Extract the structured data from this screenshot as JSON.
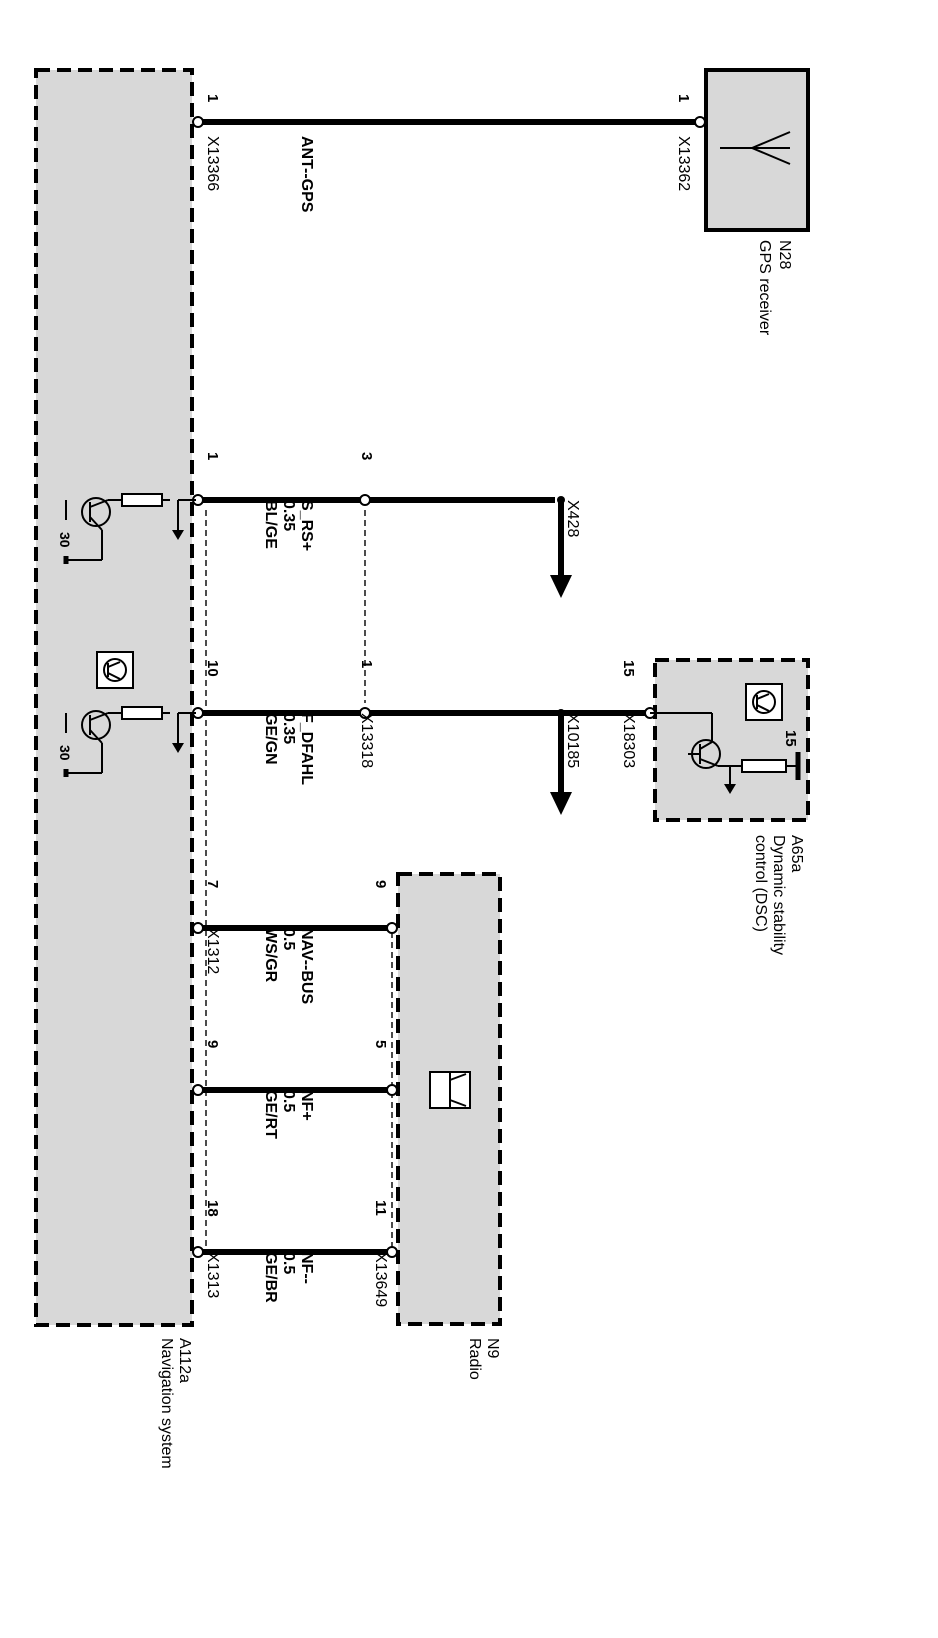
{
  "components": {
    "gps": {
      "id": "N28",
      "name": "GPS receiver"
    },
    "dsc": {
      "id": "A65a",
      "name_line1": "Dynamic stability",
      "name_line2": "control (DSC)"
    },
    "radio": {
      "id": "N9",
      "name": "Radio"
    },
    "nav": {
      "id": "A112a",
      "name": "Navigation system"
    }
  },
  "connectors": {
    "gps_side": "X13362",
    "nav_ant": "X13366",
    "x428": "X428",
    "x10185": "X10185",
    "x18303": "X18303",
    "x13318": "X13318",
    "x1312": "X1312",
    "x1313": "X1313",
    "x13649": "X13649"
  },
  "pins": {
    "gps_pin": "1",
    "nav_ant_pin": "1",
    "srs_nav": "1",
    "srs_mid": "3",
    "fdf_nav": "10",
    "fdf_mid": "1",
    "fdf_dsc": "15",
    "dsc_supply": "15",
    "navbus_nav": "7",
    "navbus_radio": "9",
    "nfp_nav": "9",
    "nfp_radio": "5",
    "nfm_nav": "18",
    "nfm_radio": "11",
    "supply_30a": "30",
    "supply_30b": "30"
  },
  "wires": {
    "ant": {
      "signal": "ANT--GPS"
    },
    "srs": {
      "signal": "S_RS+",
      "size": "0.35",
      "color": "BL/GE"
    },
    "fdf": {
      "signal": "F_DFAHL",
      "size": "0.35",
      "color": "GE/GN"
    },
    "navbus": {
      "signal": "NAV--BUS",
      "size": "0.5",
      "color": "WS/GR"
    },
    "nfp": {
      "signal": "NF+",
      "size": "0.5",
      "color": "GE/RT"
    },
    "nfm": {
      "signal": "NF--",
      "size": "0.5",
      "color": "GE/BR"
    }
  },
  "icons": [
    "antenna-icon",
    "control-unit-icon",
    "speaker-icon",
    "transistor-icon",
    "resistor-icon",
    "ground-icon"
  ]
}
